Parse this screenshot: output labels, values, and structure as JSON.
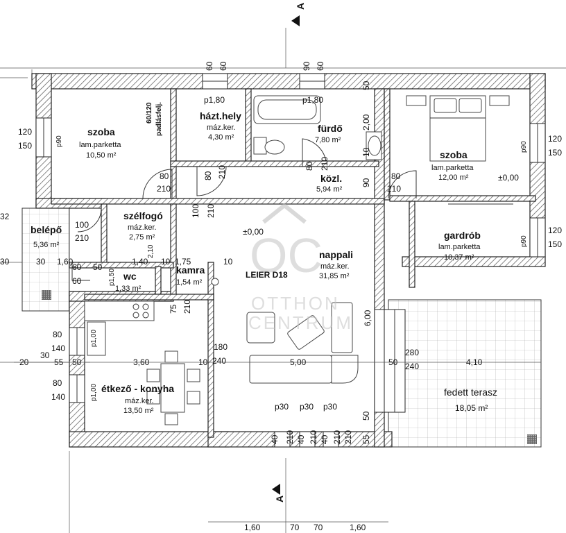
{
  "section_marker": "A",
  "rooms": {
    "szoba1": {
      "name": "szoba",
      "floor": "lam.parketta",
      "area": "10,50 m²"
    },
    "haztart": {
      "name": "házt.hely",
      "floor": "máz.ker.",
      "area": "4,30 m²"
    },
    "furdo": {
      "name": "fürdő",
      "area": "7,80 m²"
    },
    "kozl": {
      "name": "közl.",
      "area": "5,94 m²"
    },
    "szoba2": {
      "name": "szoba",
      "floor": "lam.parketta",
      "area": "12,00 m²"
    },
    "belepo": {
      "name": "belépő",
      "area": "5,36 m²"
    },
    "szelfogo": {
      "name": "szélfogó",
      "floor": "máz.ker.",
      "area": "2,75 m²"
    },
    "gardrob": {
      "name": "gardrób",
      "floor": "lam.parketta",
      "area": "10,37 m²"
    },
    "wc": {
      "name": "wc",
      "area": "1,33 m²"
    },
    "kamra": {
      "name": "kamra",
      "area": "1,54 m²"
    },
    "nappali": {
      "name": "nappali",
      "floor": "máz.ker.",
      "area": "31,85 m²"
    },
    "etkezo": {
      "name": "étkező - konyha",
      "floor": "máz.ker.",
      "area": "13,50 m²"
    },
    "terasz": {
      "name": "fedett terasz",
      "area": "18,05 m²"
    }
  },
  "labels": {
    "padlasfelj": "60/120",
    "padlasfelj2": "padlásfelj.",
    "leier": "LEIER D18",
    "level1": "±0,00",
    "level2": "±0,00",
    "p180a": "p1,80",
    "p180b": "p1,80",
    "p90a": "p90",
    "p90b": "p90",
    "p90c": "p90",
    "p150": "p1,50",
    "p100a": "p1,00",
    "p100b": "p1,00",
    "p30a": "p30",
    "p30b": "p30",
    "p30c": "p30"
  },
  "dims": {
    "d60a": "60",
    "d60b": "60",
    "d90a": "90",
    "d60c": "60",
    "d50top": "50",
    "d200": "2,00",
    "d10a": "10",
    "w120l": "120",
    "w150l": "150",
    "w120r1": "120",
    "w150r1": "150",
    "w120r2": "120",
    "w150r2": "150",
    "d80a": "80",
    "d210a": "210",
    "d80b": "80",
    "d210b": "210",
    "d80c": "80",
    "d210c": "210",
    "d90b": "90",
    "d80d": "80",
    "d210d": "210",
    "d100a": "100",
    "d210e": "210",
    "d32": "32",
    "d100b": "100",
    "d210f": "210",
    "d30a": "30",
    "d30b": "30",
    "d160": "1,60",
    "d60d": "60",
    "d50a": "50",
    "d140": "1,40",
    "d10b": "10",
    "d175": "1,75",
    "d10c": "10",
    "d60e": "60",
    "d210g": "2,10",
    "d75": "75",
    "d210h": "210",
    "d600": "6,00",
    "w80a": "80",
    "w140a": "140",
    "w80b": "80",
    "w140b": "140",
    "d20": "20",
    "d30c": "30",
    "d55": "55",
    "d50b": "50",
    "d360": "3,60",
    "d10d": "10",
    "d180": "180",
    "d240a": "240",
    "d500": "5,00",
    "d50c": "50",
    "d280": "280",
    "d240b": "240",
    "d410": "4,10",
    "b40a": "40",
    "b210a": "210",
    "b40b": "40",
    "b210b": "210",
    "b40c": "40",
    "b210c": "210",
    "b210d": "210",
    "b55": "55",
    "b50": "50",
    "bot160a": "1,60",
    "bot70a": "70",
    "bot70b": "70",
    "bot160b": "1,60"
  },
  "watermark": {
    "logo": "OC",
    "line1": "OTTHON",
    "line2": "CENTRUM"
  },
  "colors": {
    "wall_hatch": "#555555",
    "tile": "#999999",
    "watermark": "#bfbfbf"
  }
}
